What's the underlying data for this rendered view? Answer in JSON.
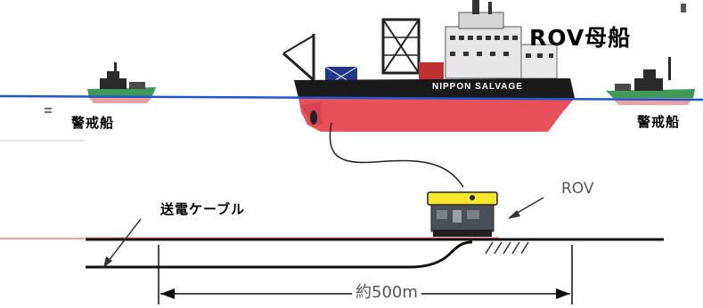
{
  "labels": {
    "mother_ship": "ROV母船",
    "guard_ship_left": "警戒船",
    "guard_ship_right": "警戒船",
    "rov": "ROV",
    "cable": "送電ケーブル",
    "distance": "約500m"
  },
  "mother_ship": {
    "hull_marking": "NIPPON SALVAGE"
  },
  "colors": {
    "sea_surface": "#2255cc",
    "hull_red": "#e8505a",
    "hull_black": "#1a1a1a",
    "guard_hull_green": "#3f9a5a",
    "rov_top": "#f5e62a",
    "seabed_red": "#e88080",
    "line": "#111111"
  }
}
